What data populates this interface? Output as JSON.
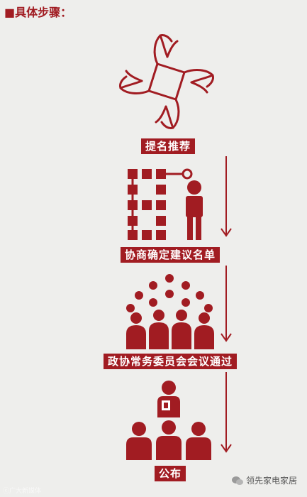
{
  "heading": "■具体步骤：",
  "steps": [
    {
      "label": "提名推荐",
      "icon": "hands-clasped-icon"
    },
    {
      "label": "协商确定建议名单",
      "icon": "org-chart-person-icon"
    },
    {
      "label": "政协常务委员会会议通过",
      "icon": "assembly-people-icon"
    },
    {
      "label": "公布",
      "icon": "speaker-audience-icon"
    }
  ],
  "watermark_left": "ⓒ广大新媒体",
  "watermark_right": "领先家电家居",
  "colors": {
    "accent": "#a11c22",
    "background": "#eeeeec"
  }
}
